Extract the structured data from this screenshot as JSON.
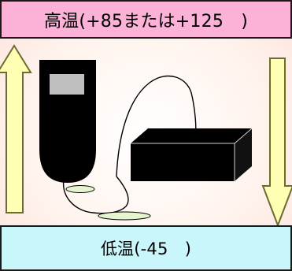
{
  "high_temp_label": "高温(+85または+125　)",
  "low_temp_label": "低温(-45　)",
  "colors": {
    "high_bg": "#fbb2d6",
    "low_bg": "#c8f6fb",
    "arrow_fill": "#ffffb3",
    "arrow_stroke": "#6b6b32",
    "device": "#000000",
    "screen": "#bfbfbf",
    "pad": "#e5f5cf"
  },
  "elements": {
    "up_arrow": "warming-up-arrow",
    "down_arrow": "cooling-down-arrow",
    "handheld": "handheld-device-icon",
    "box": "black-box-icon"
  }
}
